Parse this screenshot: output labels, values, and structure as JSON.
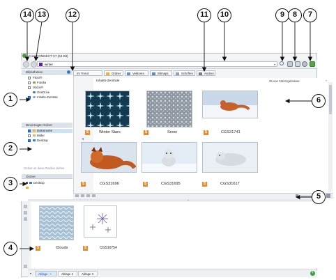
{
  "callouts": {
    "n1": "1",
    "n2": "2",
    "n3": "3",
    "n4": "4",
    "n5": "5",
    "n6": "6",
    "n7": "7",
    "n8": "8",
    "n9": "9",
    "n10": "10",
    "n11": "11",
    "n12": "12",
    "n13": "13",
    "n14": "14"
  },
  "window": {
    "title": "CorelCONNECT X7 (64 Bit)"
  },
  "search": {
    "value": "winter"
  },
  "panels": {
    "libraries": {
      "title": "Bibliotheken",
      "items": [
        "Flickr®",
        "Fotolia",
        "iStock®",
        "OneDrive",
        "Inhalts-Zentrale"
      ]
    },
    "favorites": {
      "title": "Bevorzugte Ordner",
      "items": [
        "Dokumente",
        "Bilder",
        "Desktop"
      ]
    },
    "drop_hint": "Ordner an diese Position ziehen",
    "folders": {
      "title": "Ordner",
      "items": [
        "Desktop"
      ]
    }
  },
  "tabs": [
    "Im Trend",
    "Ordner",
    "Vektoren",
    "Bitmaps",
    "Schriften",
    "Andere"
  ],
  "content": {
    "heading": "Inhalts-Zentrale",
    "result_count": "25 von 119 Ergebnisse",
    "items": [
      {
        "caption": "Winter Stars",
        "badge": "S"
      },
      {
        "caption": "Snow",
        "badge": "S"
      },
      {
        "caption": "CGS31741",
        "badge": "S"
      },
      {
        "caption": "CGS31696",
        "badge": "S"
      },
      {
        "caption": "CGS31695",
        "badge": "S"
      },
      {
        "caption": "CGS31617",
        "badge": "S"
      }
    ]
  },
  "tray": {
    "items": [
      {
        "caption": "Clouds",
        "badge": "S"
      },
      {
        "caption": "CGS10754",
        "badge": "S"
      }
    ],
    "tabs": [
      "Ablage",
      "Ablage 2",
      "Ablage 3"
    ]
  }
}
